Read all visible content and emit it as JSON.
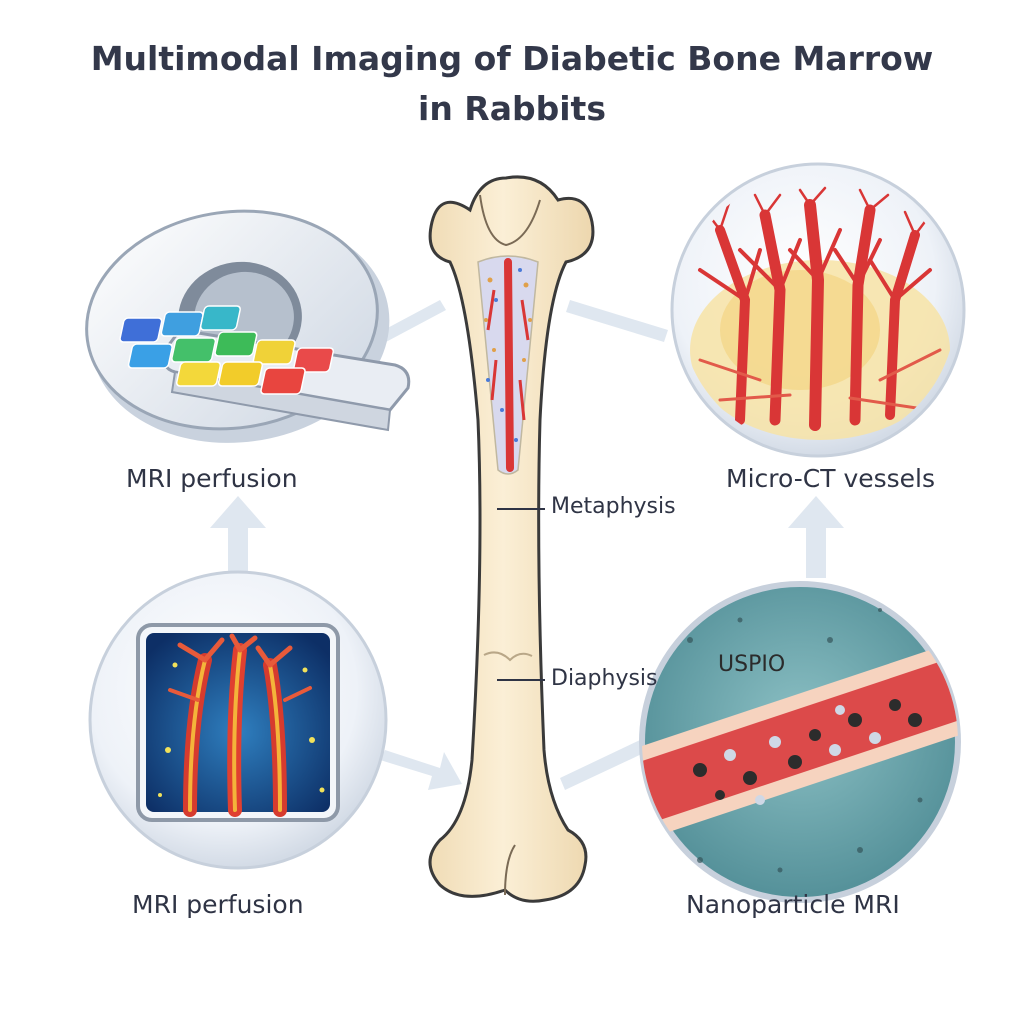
{
  "title": {
    "line1": "Multimodal Imaging of Diabetic Bone Marrow",
    "line2": "in Rabbits"
  },
  "panels": {
    "top_left": "MRI perfusion",
    "top_right": "Micro-CT vessels",
    "bottom_left": "MRI perfusion",
    "bottom_right": "Nanoparticle MRI"
  },
  "bone_labels": {
    "metaphysis": "Metaphysis",
    "diaphysis": "Diaphysis"
  },
  "particle_label": "USPIO",
  "colors": {
    "bone_fill": "#f6e6c6",
    "bone_outline": "#3a3a3a",
    "vessel": "#dc3b3b",
    "arrow": "#dce6f0",
    "text": "#2f3445"
  }
}
